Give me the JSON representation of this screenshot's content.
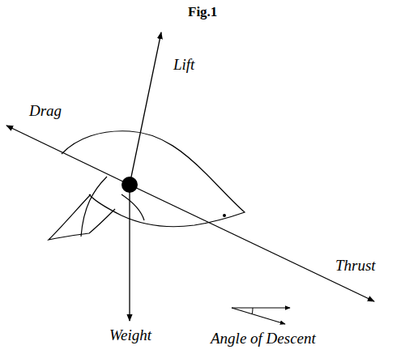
{
  "diagram": {
    "title": "Fig.1",
    "labels": [
      "Lift",
      "Drag",
      "Thrust",
      "Weight",
      "Angle of Descent"
    ]
  }
}
